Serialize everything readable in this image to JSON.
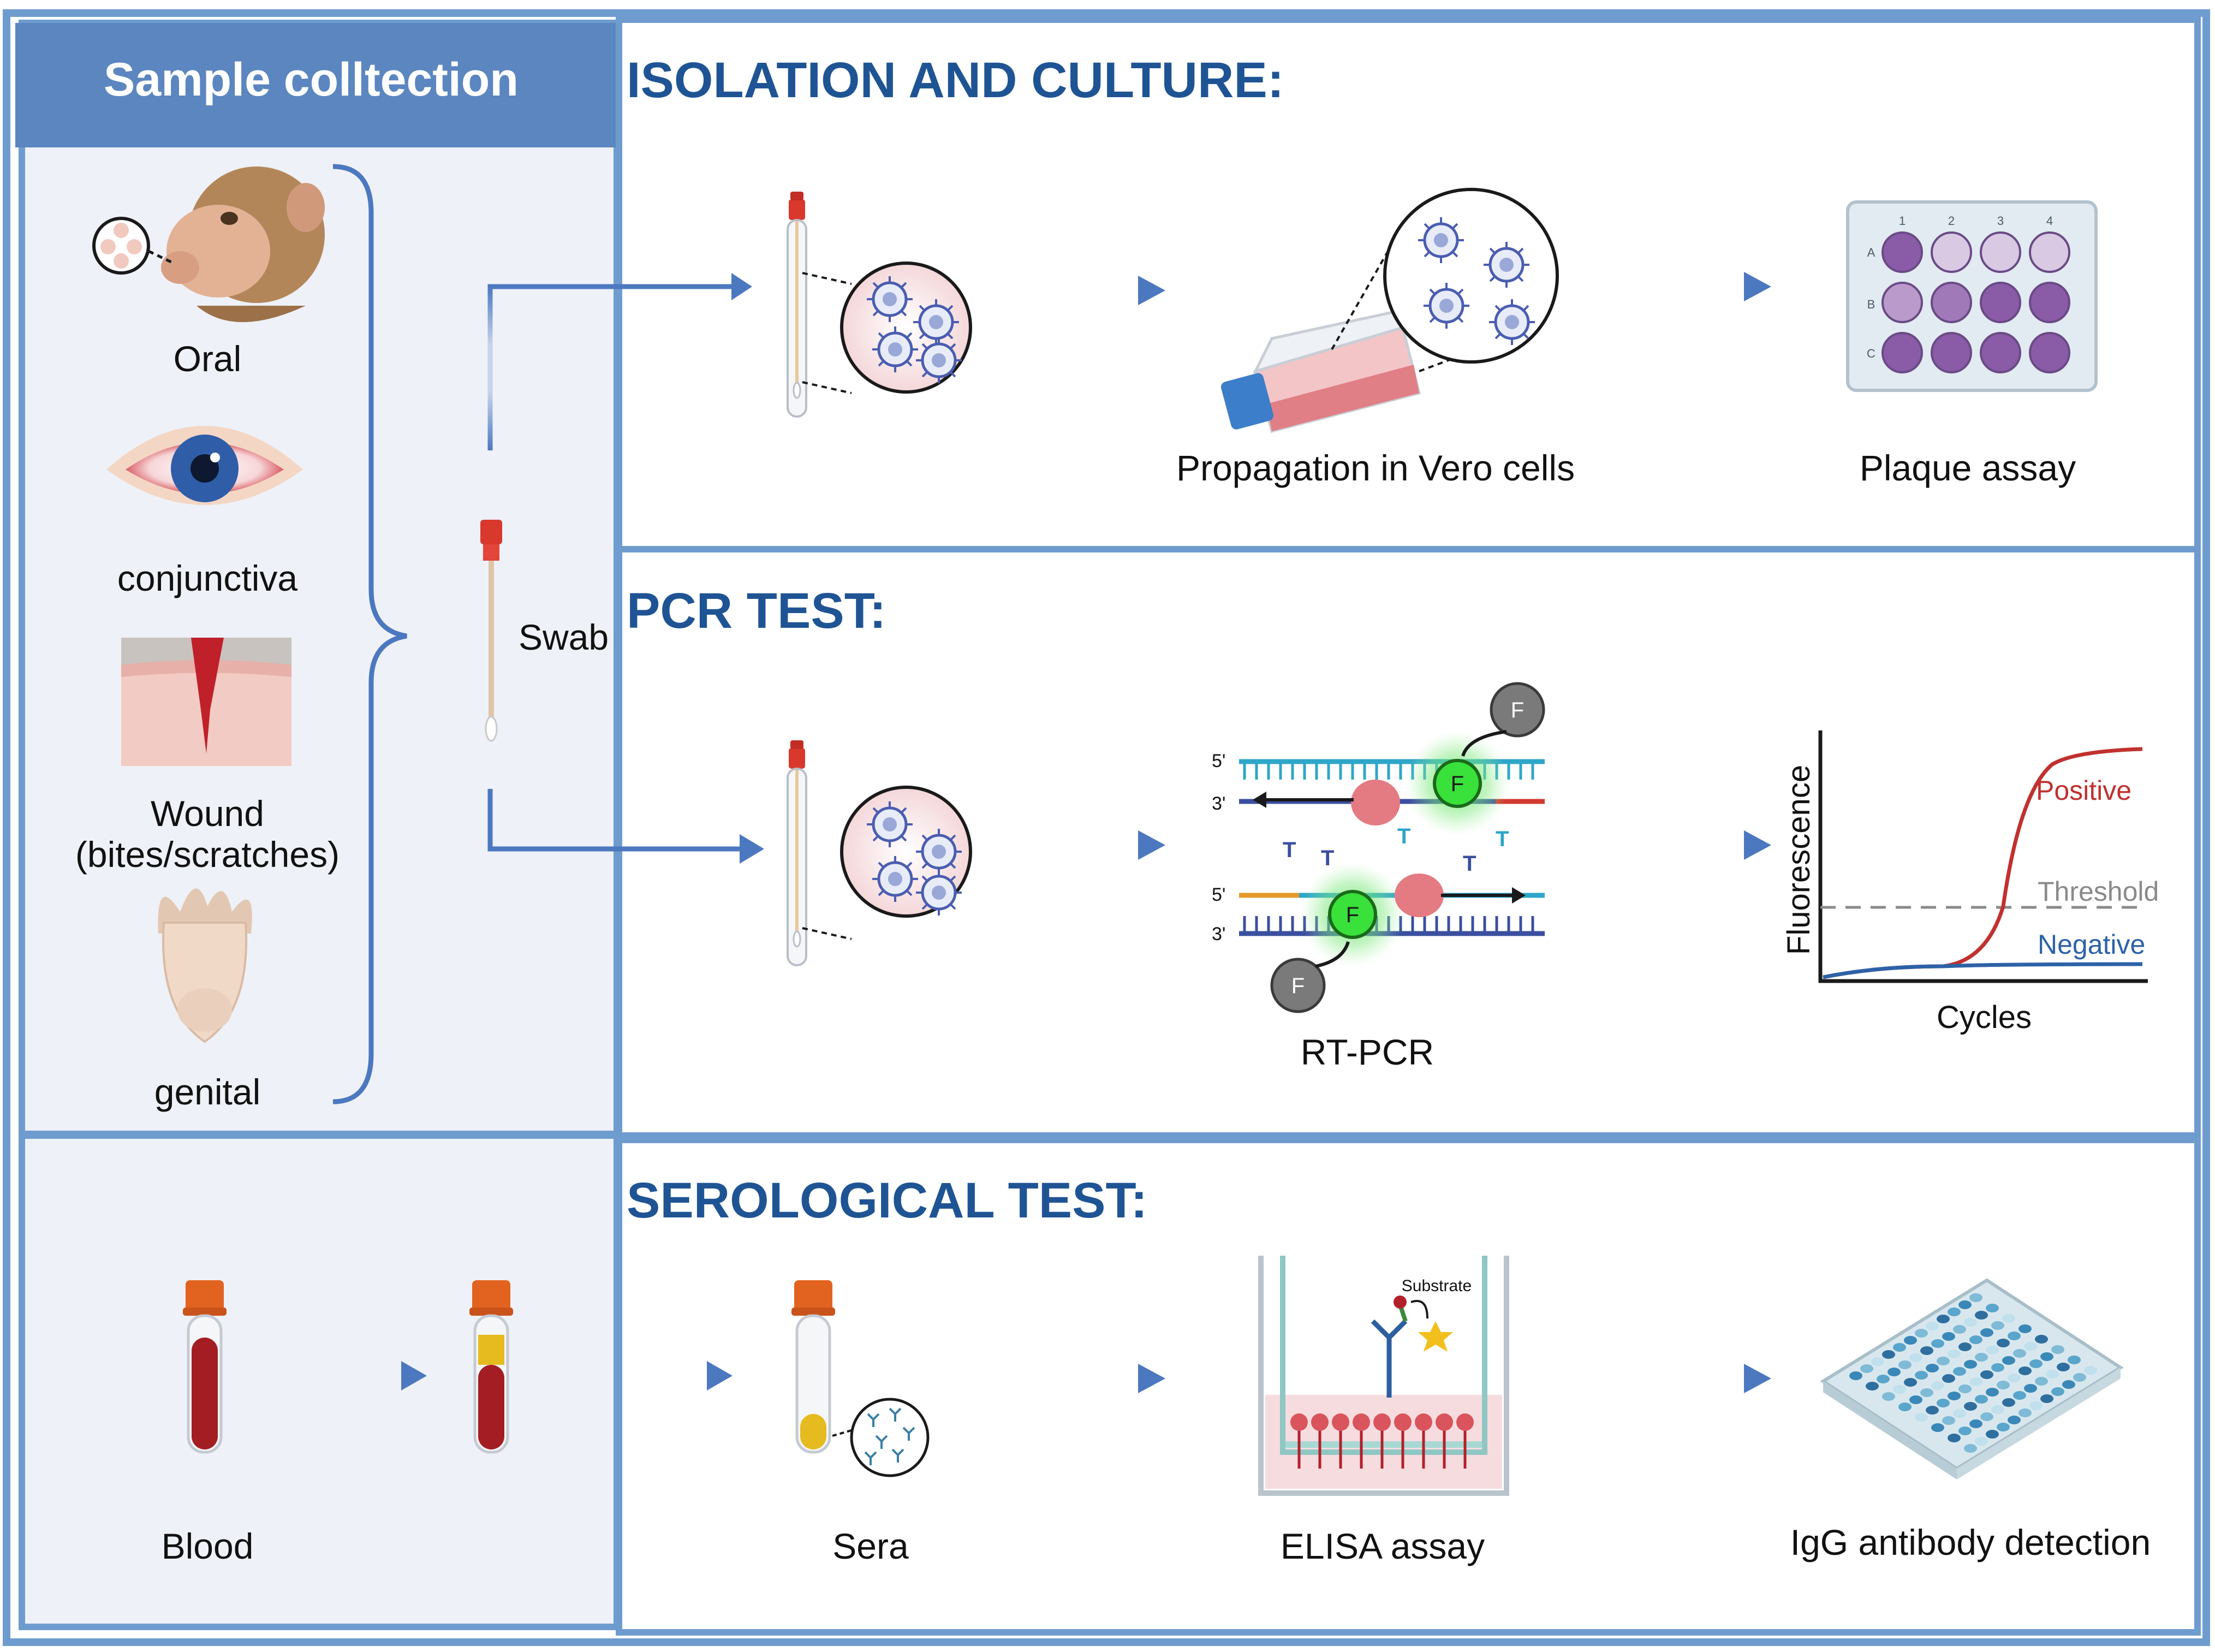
{
  "sample_collection": {
    "title": "Sample colltection",
    "sources": [
      "Oral",
      "conjunctiva",
      "Wound",
      "(bites/scratches)",
      "genital"
    ],
    "swab_label": "Swab",
    "blood_label": "Blood"
  },
  "isolation": {
    "heading": "ISOLATION AND CULTURE:",
    "propagation_label": "Propagation in Vero cells",
    "plaque_label": "Plaque assay",
    "plate_columns": [
      "1",
      "2",
      "3",
      "4"
    ],
    "plate_rows": [
      "A",
      "B",
      "C"
    ]
  },
  "pcr": {
    "heading": "PCR TEST:",
    "rtpcr_label": "RT-PCR",
    "strand_labels": [
      "5'",
      "3'",
      "5'",
      "3'"
    ],
    "fluor_label": "F",
    "chart_xlabel": "Cycles",
    "chart_ylabel": "Fluorescence",
    "positive_label": "Positive",
    "threshold_label": "Threshold",
    "negative_label": "Negative"
  },
  "serology": {
    "heading": "SEROLOGICAL TEST:",
    "sera_label": "Sera",
    "elisa_label": "ELISA assay",
    "substrate_label": "Substrate",
    "igg_label": "IgG antibody detection"
  },
  "colors": {
    "border": "#6f9ccf",
    "header_fill": "#5b86c0",
    "panel_fill": "#eef1f7",
    "arrow": "#4c78c0",
    "heading_text": "#1f5494",
    "positive": "#c0312f",
    "negative": "#2d62a8",
    "threshold": "#8a8a8a"
  }
}
